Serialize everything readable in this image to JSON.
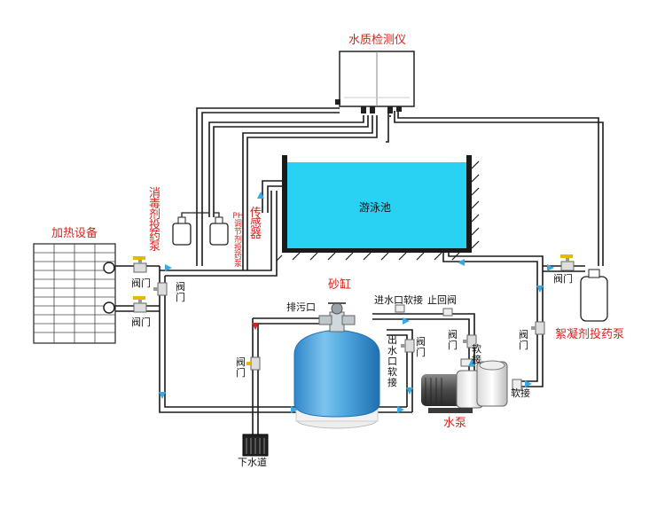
{
  "labels": {
    "water_quality_monitor": "水质检测仪",
    "heating_equipment": "加热设备",
    "disinfectant_pump": "消毒剂投药泵",
    "ph_pump": "PH调节剂投药泵",
    "sensor": "传感器",
    "pool": "游泳池",
    "sand_filter": "砂缸",
    "drain_outlet": "排污口",
    "inlet_hose": "进水口软接",
    "check_valve": "止回阀",
    "outlet_hose": "出水口软接",
    "valve": "阀门",
    "hose": "软接",
    "coagulant_pump": "絮凝剂投药泵",
    "water_pump": "水泵",
    "sewer": "下水道"
  },
  "colors": {
    "pipe": "#1a1a1a",
    "pool_water": "#29d1f2",
    "tank": "#4aa6de",
    "red_label": "#d8231e",
    "flow_arrow": "#38a9e6"
  }
}
